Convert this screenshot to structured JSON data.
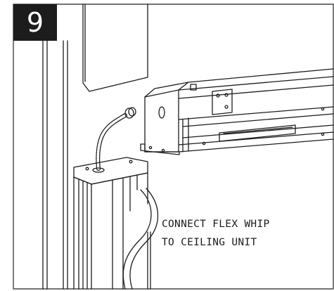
{
  "step": {
    "number": "9"
  },
  "caption": {
    "line1": "CONNECT FLEX WHIP",
    "line2": "TO CEILING UNIT"
  },
  "colors": {
    "ink": "#1c1c1c",
    "border": "#444444",
    "background": "#ffffff"
  }
}
